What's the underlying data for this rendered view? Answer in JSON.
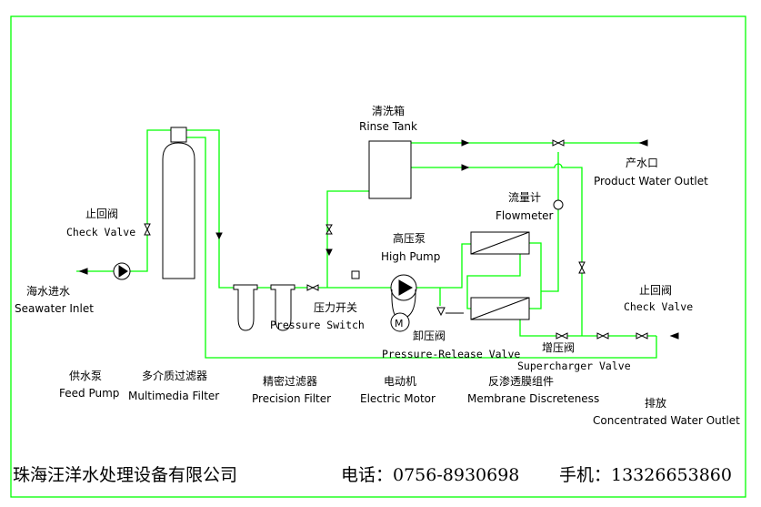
{
  "colors": {
    "pipe": "#00ff00",
    "line": "#000000",
    "background": "#ffffff"
  },
  "labels": {
    "rinse_tank": {
      "cn": "清洗箱",
      "en": "Rinse Tank"
    },
    "product_outlet": {
      "cn": "产水口",
      "en": "Product Water Outlet"
    },
    "flowmeter": {
      "cn": "流量计",
      "en": "Flowmeter"
    },
    "check_valve_left": {
      "cn": "止回阀",
      "en": "Check  Valve"
    },
    "high_pump": {
      "cn": "高压泵",
      "en": "High Pump"
    },
    "seawater_inlet": {
      "cn": "海水进水",
      "en": "Seawater Inlet"
    },
    "pressure_switch": {
      "cn": "压力开关",
      "en": "Pressure  Switch"
    },
    "check_valve_right": {
      "cn": "止回阀",
      "en": "Check  Valve"
    },
    "release_valve": {
      "cn": "卸压阀",
      "en": "Pressure-Release  Valve"
    },
    "supercharger_valve": {
      "cn": "增压阀",
      "en": "Supercharger  Valve"
    },
    "feed_pump": {
      "cn": "供水泵",
      "en": "Feed Pump"
    },
    "multimedia_filter": {
      "cn": "多介质过滤器",
      "en": "Multimedia Filter"
    },
    "precision_filter": {
      "cn": "精密过滤器",
      "en": "Precision Filter"
    },
    "electric_motor": {
      "cn": "电动机",
      "en": "Electric Motor"
    },
    "membrane": {
      "cn": "反渗透膜组件",
      "en": "Membrane Discreteness"
    },
    "concentrated_outlet": {
      "cn": "排放",
      "en": "Concentrated Water Outlet"
    },
    "motor_symbol": "M"
  },
  "footer": {
    "company": "珠海汪洋水处理设备有限公司",
    "phone": "电话：0756-8930698",
    "mobile": "手机：13326653860"
  }
}
